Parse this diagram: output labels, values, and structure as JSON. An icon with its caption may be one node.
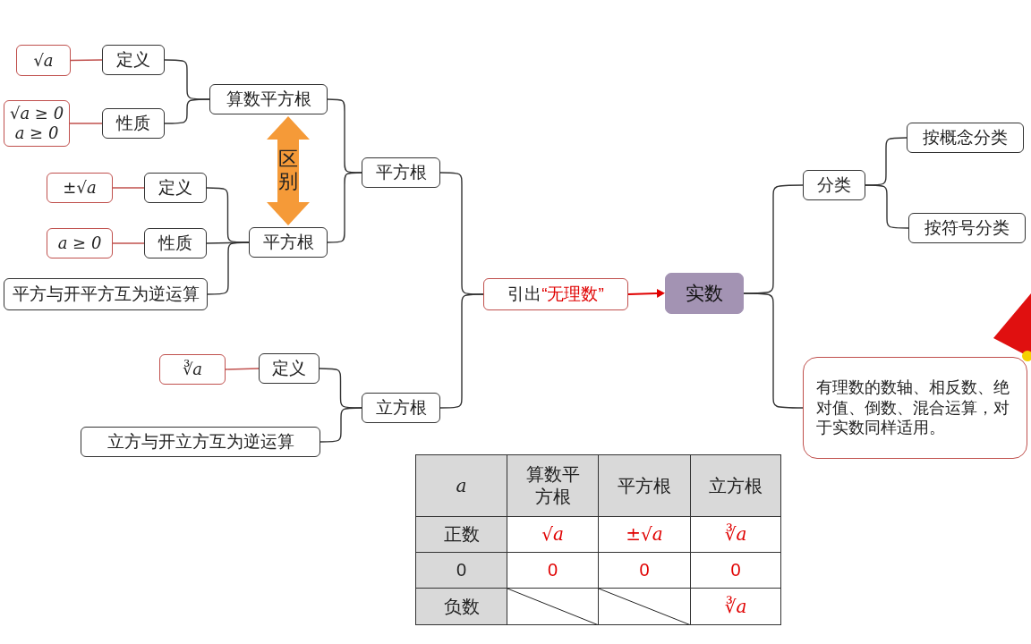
{
  "diagram": {
    "nodes": [
      {
        "text": [
          "√a"
        ]
      },
      {
        "text": [
          "定义"
        ]
      },
      {
        "text": [
          "算数平方根"
        ]
      },
      {
        "text": [
          "√a ≥ 0",
          "a ≥ 0"
        ]
      },
      {
        "text": [
          "性质"
        ]
      },
      {
        "text": [
          "平方根"
        ]
      },
      {
        "text": [
          "±√a"
        ]
      },
      {
        "text": [
          "定义"
        ]
      },
      {
        "text": [
          "a ≥ 0"
        ]
      },
      {
        "text": [
          "性质"
        ]
      },
      {
        "text": [
          "平方根"
        ]
      },
      {
        "text": [
          "平方与开平方互为逆运算"
        ]
      },
      {
        "text": [
          "∛a"
        ]
      },
      {
        "text": [
          "定义"
        ]
      },
      {
        "text": [
          "立方根"
        ]
      },
      {
        "text": [
          "立方与开立方互为逆运算"
        ]
      },
      {
        "text": [
          "引出",
          "“无理数”"
        ]
      },
      {
        "text": [
          "实数"
        ]
      },
      {
        "text": [
          "分类"
        ]
      },
      {
        "text": [
          "按概念分类"
        ]
      },
      {
        "text": [
          "按符号分类"
        ]
      },
      {
        "text": [
          "有理数的数轴、相反数、绝对值、倒数、混合运算，对于实数同样适用。"
        ]
      }
    ],
    "edges": [
      {
        "from": 1,
        "to": 0,
        "arrow": "none",
        "color": "#c0504d"
      },
      {
        "from": 2,
        "to": 1,
        "arrow": "none"
      },
      {
        "from": 4,
        "to": 3,
        "arrow": "none",
        "color": "#c0504d"
      },
      {
        "from": 2,
        "to": 4,
        "arrow": "none"
      },
      {
        "from": 5,
        "to": 2,
        "arrow": "none"
      },
      {
        "from": 2,
        "to": 10,
        "arrow": "both",
        "label": "区别",
        "style": "thick",
        "color": "#f59a38"
      },
      {
        "from": 7,
        "to": 6,
        "arrow": "none",
        "color": "#c0504d"
      },
      {
        "from": 10,
        "to": 7,
        "arrow": "none"
      },
      {
        "from": 9,
        "to": 8,
        "arrow": "none",
        "color": "#c0504d"
      },
      {
        "from": 10,
        "to": 9,
        "arrow": "none"
      },
      {
        "from": 10,
        "to": 11,
        "arrow": "none"
      },
      {
        "from": 5,
        "to": 10,
        "arrow": "none"
      },
      {
        "from": 13,
        "to": 12,
        "arrow": "none",
        "color": "#c0504d"
      },
      {
        "from": 14,
        "to": 13,
        "arrow": "none"
      },
      {
        "from": 14,
        "to": 15,
        "arrow": "none"
      },
      {
        "from": 16,
        "to": 5,
        "arrow": "none"
      },
      {
        "from": 16,
        "to": 14,
        "arrow": "none"
      },
      {
        "from": 16,
        "to": 17,
        "arrow": "to",
        "color": "#e00000"
      },
      {
        "from": 17,
        "to": 18,
        "arrow": "none"
      },
      {
        "from": 18,
        "to": 19,
        "arrow": "none"
      },
      {
        "from": 18,
        "to": 20,
        "arrow": "none"
      },
      {
        "from": 17,
        "to": 21,
        "arrow": "none"
      }
    ],
    "labels": [
      "a",
      "算数平方根",
      "平方根",
      "立方根",
      "正数",
      "√a",
      "±√a",
      "∛a",
      "0",
      "0",
      "0",
      "0",
      "负数",
      "∛a"
    ]
  }
}
